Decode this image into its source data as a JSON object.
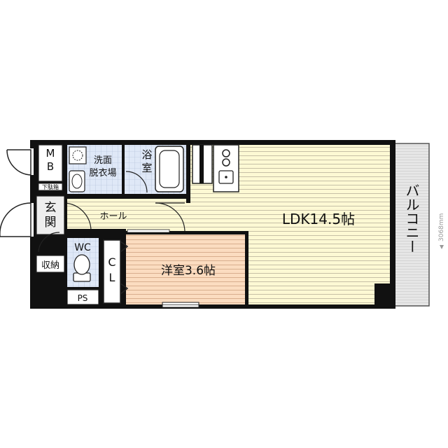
{
  "rooms": {
    "mb": "M\nB",
    "senmen": "洗面\n脱衣場",
    "yokushitsu": "浴\n室",
    "getabako": "下駄箱",
    "genkan": "玄\n関",
    "hall": "ホール",
    "ldk": "LDK14.5帖",
    "balcony": "バルコニー",
    "wc": "WC",
    "cl": "C\nL",
    "youshitsu": "洋室3.6帖",
    "shuno": "収納",
    "ps": "PS"
  },
  "dimension": "3068mm",
  "colors": {
    "wall": "#111111",
    "ldk_floor": "#fdf9d4",
    "ldk_stripe": "#b8b29a",
    "youshitsu_floor": "#fbdcc0",
    "youshitsu_stripe": "#d0a382",
    "wet_floor": "#dfe8f7",
    "balcony_floor": "#e2e2e2",
    "genkan_floor": "#eeeeee"
  }
}
